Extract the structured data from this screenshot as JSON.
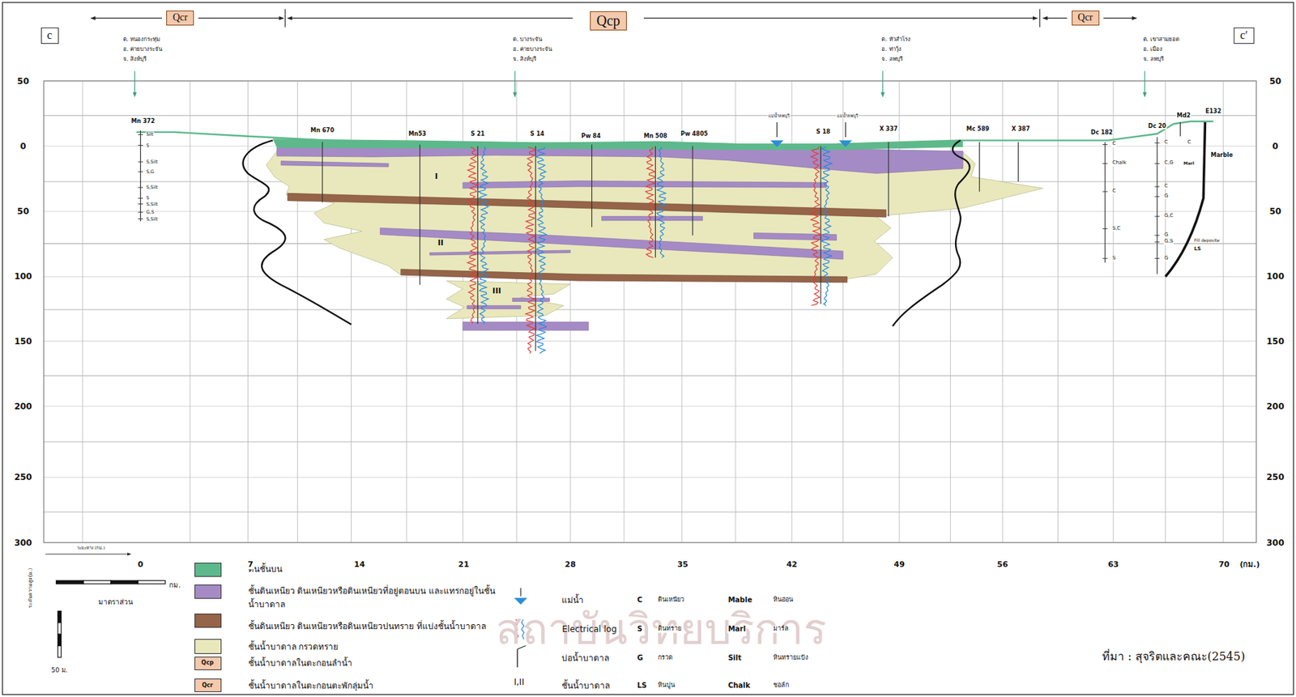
{
  "diagram": {
    "nodes": [
      {
        "text": [
          "c"
        ]
      },
      {
        "text": [
          "Qcr"
        ]
      },
      {
        "text": [
          "Qcp"
        ]
      },
      {
        "text": [
          "Qcr"
        ]
      },
      {
        "text": [
          "c′"
        ]
      }
    ],
    "labels": [
      "ต. หนองกระทุ่ม",
      "อ. ค่ายบางระจัน",
      "จ. สิงห์บุรี",
      "ต. บางระจัน",
      "อ. ค่ายบางระจัน",
      "จ. สิงห์บุรี",
      "ต. หัวสำโรง",
      "อ. ท่าวุ้ง",
      "จ. ลพบุรี",
      "ต. เขาสามยอด",
      "อ. เมือง",
      "จ. ลพบุรี",
      "50",
      "0",
      "50",
      "100",
      "150",
      "200",
      "250",
      "300",
      "50",
      "0",
      "50",
      "100",
      "150",
      "200",
      "250",
      "300",
      "0",
      "7",
      "14",
      "21",
      "28",
      "35",
      "42",
      "49",
      "56",
      "63",
      "70",
      "(กม.)",
      "ระยะทาง (กม.)",
      "ระดับความสูง (ม.)",
      "มาตราส่วน",
      "กม.",
      "50 ม.",
      "ที่มา : สุจริตและคณะ(2545)",
      "Mn 372",
      "Mn 670",
      "Mn53",
      "S 21",
      "S 14",
      "Pw 84",
      "Mn 508",
      "Pw 4805",
      "S 18",
      "X 337",
      "Mc 589",
      "X 387",
      "Dc 182",
      "Dc 20",
      "Md2",
      "E132",
      "แม่น้ำลพบุรี",
      "แม่น้ำลพบุรี",
      "Silt",
      "S",
      "S,Silt",
      "S,G",
      "S,Silt",
      "S",
      "S,Silt",
      "G,S",
      "S,Silt",
      "C",
      "Chalk",
      "C",
      "S,C",
      "S",
      "C",
      "C,G",
      "C",
      "G",
      "G,C",
      "G",
      "G,S",
      "G",
      "C",
      "Marl",
      "Fill deposite",
      "LS",
      "Marble",
      "I",
      "II",
      "III",
      "C",
      "S",
      "G",
      "LS",
      "ดินเหนียว",
      "ดินทราย",
      "กรวด",
      "หินปูน",
      "Mable",
      "Marl",
      "Silt",
      "Chalk",
      "หินอ่อน",
      "มาร์ล",
      "หินทรายแป้ง",
      "ชอล์ก",
      "Qcp",
      "Qcr",
      "I,II",
      "สถาบันวิทยบริการ"
    ],
    "legend": [
      {
        "text": "ดินชั้นบน",
        "color": "#5db98b"
      },
      {
        "text": "ชั้นดินเหนียว ดินเหนียวหรือดินเหนียวที่อยู่ตอนบน และแทรกอยู่ในชั้นน้ำบาดาล",
        "color": "#a58bc5"
      },
      {
        "text": "ชั้นดินเหนียว ดินเหนียวหรือดินเหนียวปนทราย ที่แบ่งชั้นน้ำบาดาล",
        "color": "#956449"
      },
      {
        "text": "ชั้นน้ำบาดาล กรวดทราย",
        "color": "#e9e8bc"
      },
      {
        "text": "ชั้นน้ำบาดาลในตะกอนลำน้ำ",
        "color": "#f4c9ac"
      },
      {
        "text": "ชั้นน้ำบาดาลในตะกอนตะพักลุ่มน้ำ",
        "color": "#f4c9ac"
      },
      {
        "text": "แม่น้ำ"
      },
      {
        "text": "Electrical log"
      },
      {
        "text": "บ่อน้ำบาดาล"
      },
      {
        "text": "ชั้นน้ำบาดาล"
      }
    ]
  }
}
